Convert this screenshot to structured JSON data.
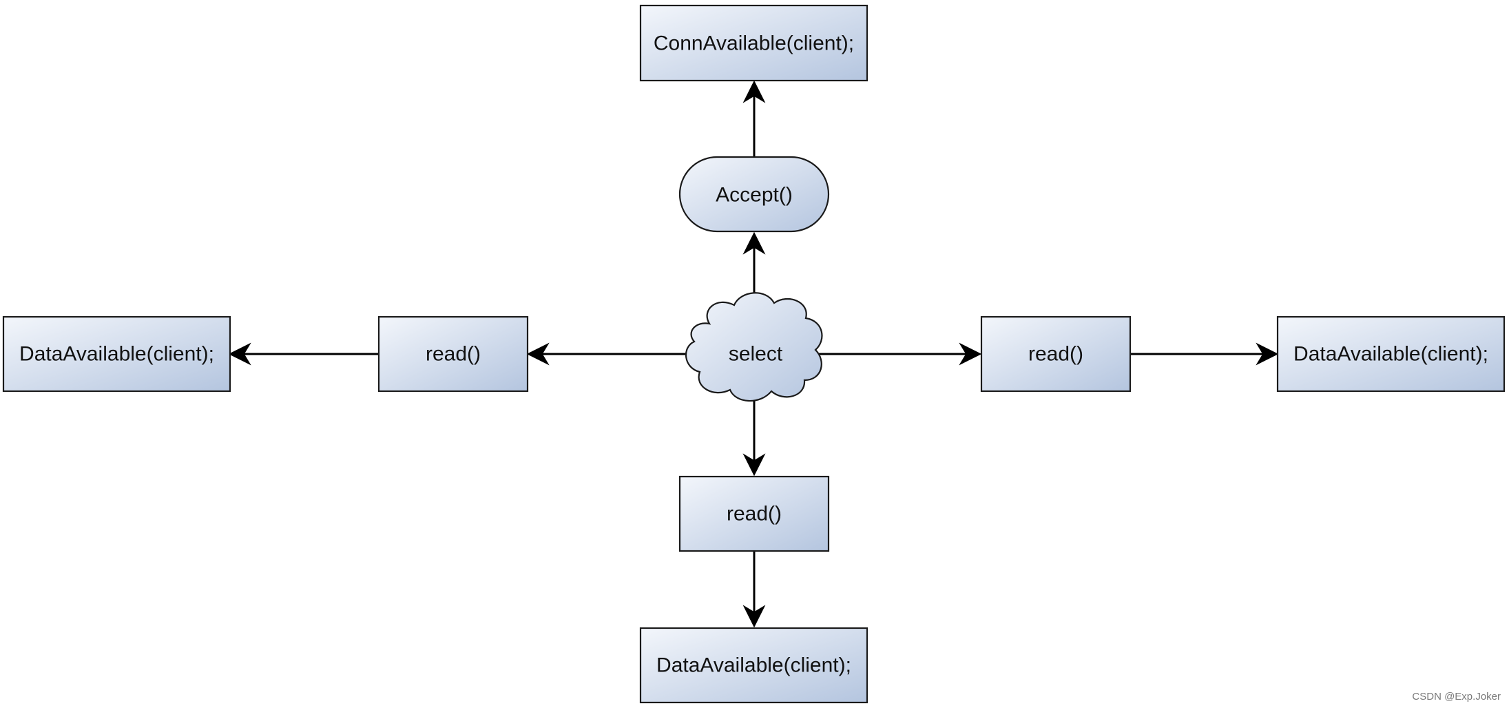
{
  "diagram": {
    "nodes": {
      "conn_available": {
        "label": "ConnAvailable(client);",
        "shape": "rectangle"
      },
      "accept": {
        "label": "Accept()",
        "shape": "rounded-pill"
      },
      "select": {
        "label": "select",
        "shape": "cloud"
      },
      "read_left": {
        "label": "read()",
        "shape": "rectangle"
      },
      "read_right": {
        "label": "read()",
        "shape": "rectangle"
      },
      "read_bottom": {
        "label": "read()",
        "shape": "rectangle"
      },
      "data_available_left": {
        "label": "DataAvailable(client);",
        "shape": "rectangle"
      },
      "data_available_right": {
        "label": "DataAvailable(client);",
        "shape": "rectangle"
      },
      "data_available_bottom": {
        "label": "DataAvailable(client);",
        "shape": "rectangle"
      }
    },
    "edges": [
      {
        "from": "select",
        "to": "accept"
      },
      {
        "from": "accept",
        "to": "conn_available"
      },
      {
        "from": "select",
        "to": "read_left"
      },
      {
        "from": "read_left",
        "to": "data_available_left"
      },
      {
        "from": "select",
        "to": "read_right"
      },
      {
        "from": "read_right",
        "to": "data_available_right"
      },
      {
        "from": "select",
        "to": "read_bottom"
      },
      {
        "from": "read_bottom",
        "to": "data_available_bottom"
      }
    ],
    "colors": {
      "node_fill_light": "#f3f6fb",
      "node_fill_dark": "#b4c5df",
      "stroke": "#1a1a1a",
      "edge": "#000000"
    }
  },
  "watermark": "CSDN @Exp.Joker"
}
